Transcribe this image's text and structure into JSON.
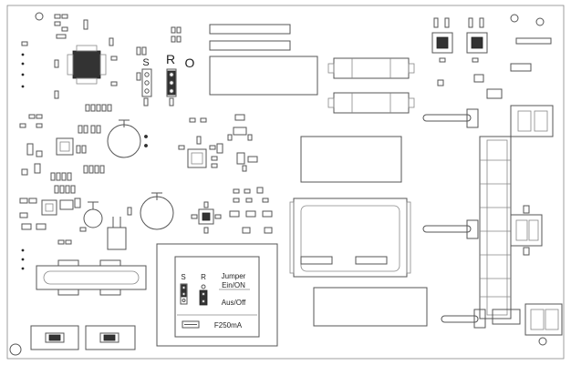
{
  "labels": {
    "jumper_s": "S",
    "jumper_r": "R",
    "jumper_o": "O",
    "inset_s": "S",
    "inset_r": "R",
    "jumper_title": "Jumper",
    "ein_on": "Ein/ON",
    "aus_off": "Aus/Off",
    "fuse": "F250mA"
  }
}
